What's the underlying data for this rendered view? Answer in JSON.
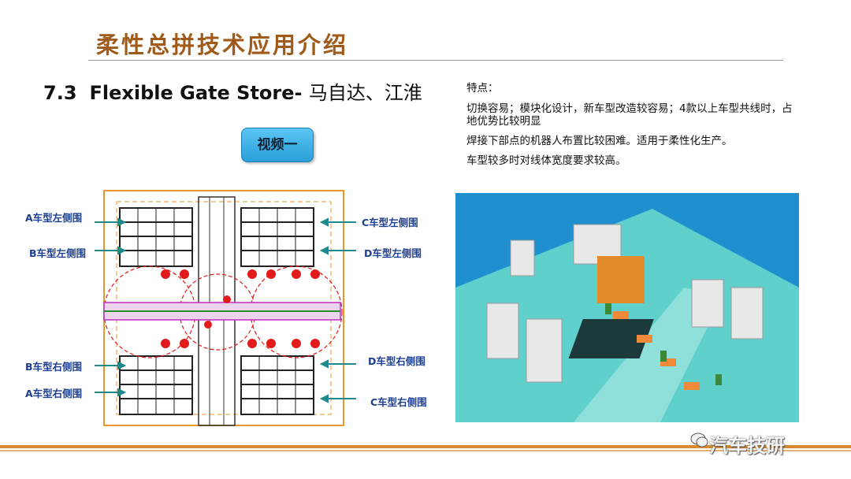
{
  "page": {
    "title": "柔性总拼技术应用介绍",
    "section_number": "7.3",
    "section_title_en": "Flexible Gate Store-",
    "section_title_cn": "马自达、江淮"
  },
  "video_button": {
    "label": "视频一"
  },
  "features": {
    "heading": "特点：",
    "items": [
      "切换容易；模块化设计，新车型改造较容易；4款以上车型共线时，占地优势比较明显",
      "焊接下部点的机器人布置比较困难。适用于柔性化生产。",
      "车型较多时对线体宽度要求较高。"
    ]
  },
  "diagram_labels": {
    "a_left": "A车型左侧围",
    "b_left": "B车型左侧围",
    "b_right": "B车型右侧围",
    "a_right": "A车型右侧围",
    "c_left": "C车型左侧围",
    "d_left": "D车型左侧围",
    "d_right": "D车型右侧围",
    "c_right": "C车型右侧围"
  },
  "watermark": {
    "text": "汽车技研",
    "icon": "wechat-icon"
  },
  "colors": {
    "title": "#a05a1a",
    "label_text": "#1e3f8f",
    "arrow": "#1f8a8a",
    "accent_rule": "#d98a2e",
    "frame_orange": "#e9962b",
    "robot_red": "#e21a1a",
    "rail_magenta": "#c02fc0",
    "photo_blue": "#1f8fd0"
  }
}
